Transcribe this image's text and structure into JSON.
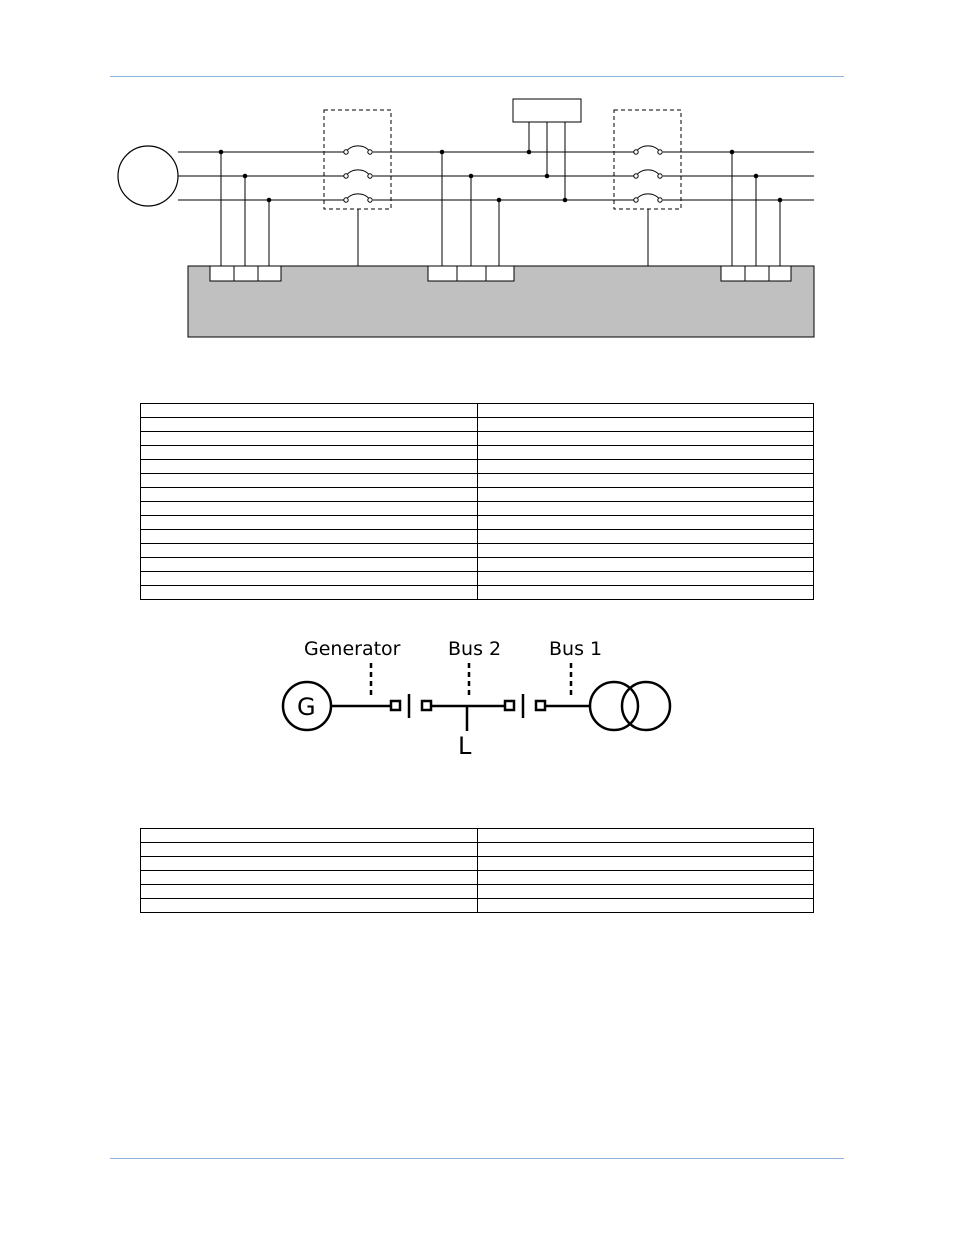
{
  "header": {
    "rule_color": "#8fb4d9"
  },
  "wiring_diagram": {
    "controller_color": "#c0c0c0",
    "phases": 3
  },
  "table_1": {
    "rows": 14,
    "columns": 2
  },
  "one_line": {
    "generator_label": "Generator",
    "bus2_label": "Bus 2",
    "bus1_label": "Bus 1",
    "generator_symbol": "G",
    "load_symbol": "L"
  },
  "table_2": {
    "rows": 6,
    "columns": 2
  },
  "footer": {
    "rule_color": "#8fb4d9"
  }
}
